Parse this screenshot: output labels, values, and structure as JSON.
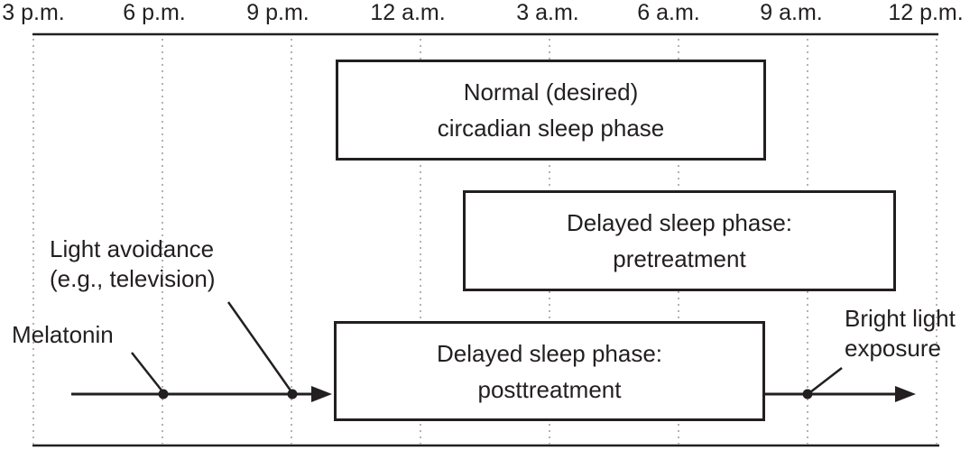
{
  "timeline": {
    "ticks": [
      "3 p.m.",
      "6 p.m.",
      "9 p.m.",
      "12 a.m.",
      "3 a.m.",
      "6 a.m.",
      "9 a.m.",
      "12 p.m."
    ]
  },
  "boxes": {
    "normal": {
      "line1": "Normal (desired)",
      "line2": "circadian sleep phase"
    },
    "pretreatment": {
      "line1": "Delayed sleep phase:",
      "line2": "pretreatment"
    },
    "posttreatment": {
      "line1": "Delayed sleep phase:",
      "line2": "posttreatment"
    }
  },
  "annotations": {
    "melatonin": {
      "label": "Melatonin"
    },
    "light_avoidance": {
      "line1": "Light avoidance",
      "line2": "(e.g., television)"
    },
    "bright_light": {
      "line1": "Bright light",
      "line2": "exposure"
    }
  },
  "colors": {
    "ink": "#231f20",
    "gridline": "#b3b3b3",
    "background": "#ffffff"
  }
}
